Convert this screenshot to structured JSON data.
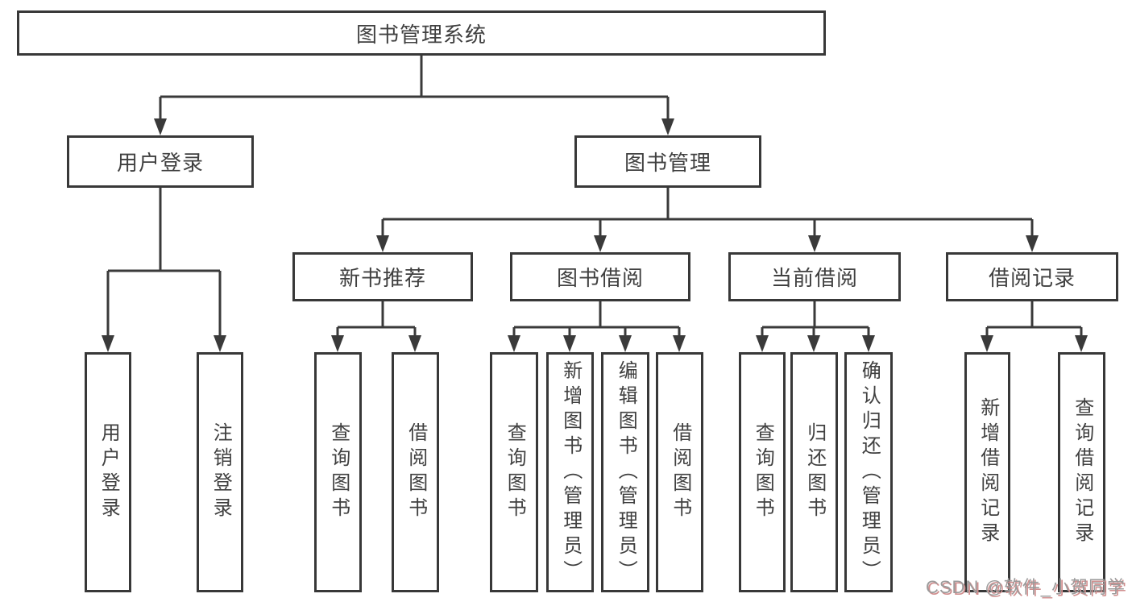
{
  "tree": {
    "root": "图书管理系统",
    "branches": [
      {
        "label": "用户登录",
        "children": [
          "用户登录",
          "注销登录"
        ]
      },
      {
        "label": "图书管理",
        "sections": [
          {
            "label": "新书推荐",
            "children": [
              "查询图书",
              "借阅图书"
            ]
          },
          {
            "label": "图书借阅",
            "children": [
              "查询图书",
              "新增图书（管理员）",
              "编辑图书（管理员）",
              "借阅图书"
            ]
          },
          {
            "label": "当前借阅",
            "children": [
              "查询图书",
              "归还图书",
              "确认归还（管理员）"
            ]
          },
          {
            "label": "借阅记录",
            "children": [
              "新增借阅记录",
              "查询借阅记录"
            ]
          }
        ]
      }
    ]
  },
  "watermark": "CSDN @软件_小贺同学",
  "colors": {
    "line": "#3a3a3a",
    "box_border": "#383838",
    "box_bg": "#ffffff",
    "text": "#404040",
    "background": "#ffffff",
    "watermark_text": "#9b9b9b",
    "watermark_shadow": "#d08f8f"
  }
}
